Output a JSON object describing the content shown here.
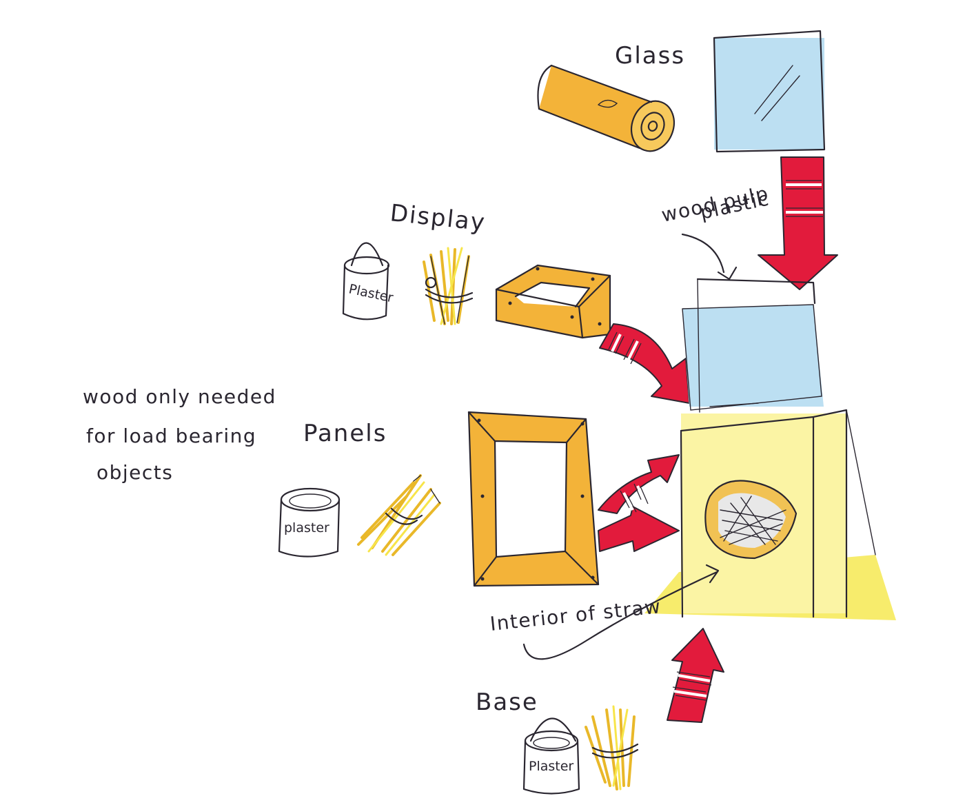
{
  "labels": {
    "glass": "Glass",
    "display": "Display",
    "panels": "Panels",
    "base": "Base",
    "wood_pulp_line1": "wood pulp",
    "wood_pulp_line2": "plastic",
    "interior": "Interior of straw",
    "note_line1": "wood only needed",
    "note_line2": "for load bearing",
    "note_line3": "objects",
    "plaster_display": "Plaster",
    "plaster_panels": "plaster",
    "plaster_base": "Plaster"
  },
  "colors": {
    "arrow": "#e21b3c",
    "wood": "#f3b339",
    "straw": "#e9b829",
    "glass": "#bcdff2",
    "box": "#fbf4a4",
    "ink": "#2a2630"
  }
}
